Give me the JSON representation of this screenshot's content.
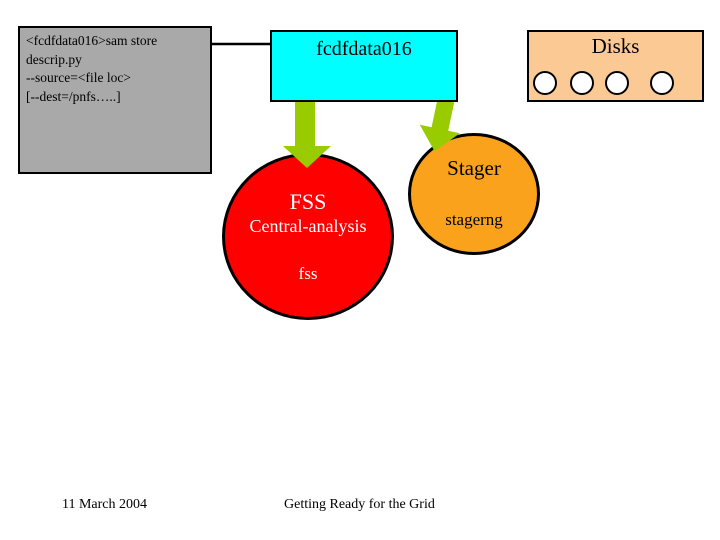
{
  "slide": {
    "command_box": {
      "fill": "#A9A9A9",
      "lines": [
        "<fcdfdata016>sam store",
        "descrip.py",
        "--source=<file loc>",
        "[--dest=/pnfs…..]"
      ]
    },
    "server_box": {
      "label": "fcdfdata016",
      "fill": "#00FFFF"
    },
    "disks_box": {
      "label": "Disks",
      "fill": "#FBC994",
      "disk_count": 4,
      "disk_fill": "#FFFFFF"
    },
    "arrows": {
      "fill": "#99CC00"
    },
    "fss_circle": {
      "name": "FSS",
      "line2": "Central-analysis",
      "line3": "fss",
      "fill": "#FE0000",
      "text_color": "#FFFFFF"
    },
    "stager_circle": {
      "name": "Stager",
      "caption": "stagerng",
      "fill": "#FBA21D",
      "text_color": "#000000"
    },
    "footer": {
      "date": "11 March 2004",
      "title": "Getting Ready for the Grid"
    }
  }
}
